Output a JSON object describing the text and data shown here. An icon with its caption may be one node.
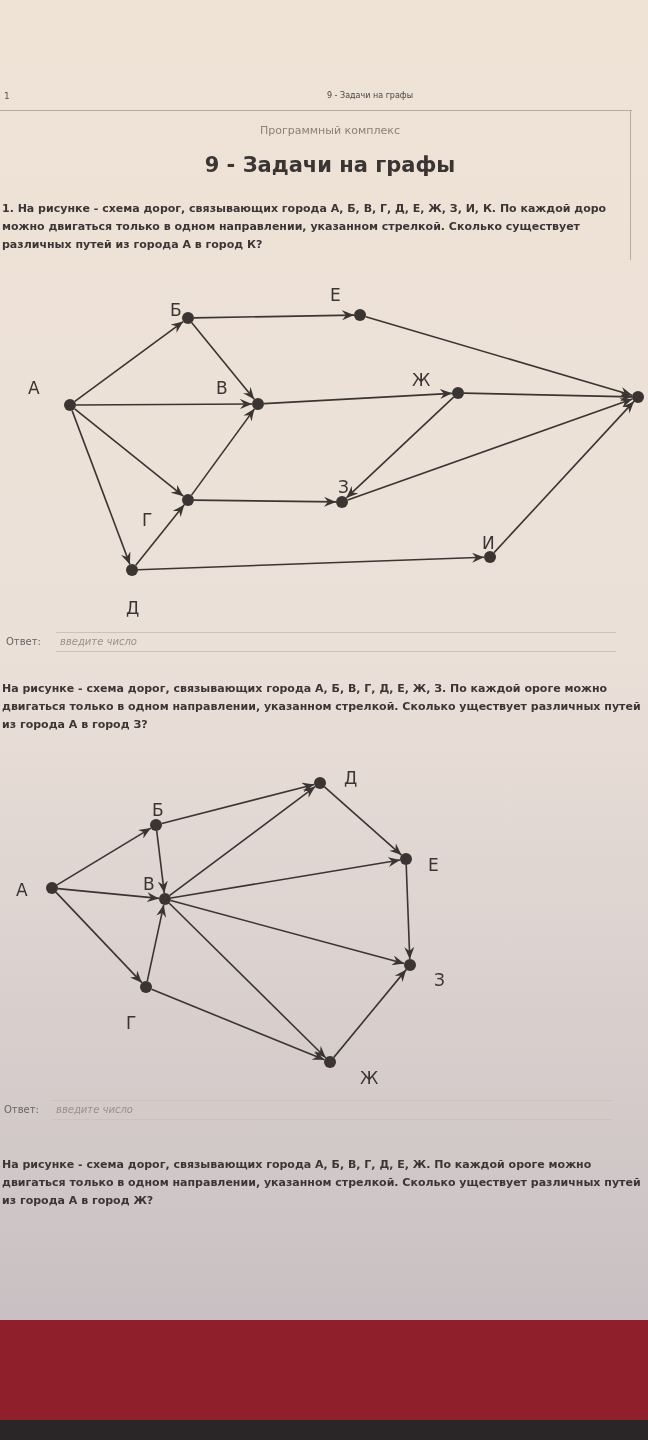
{
  "diagram": {
    "title": "9 - Задачи на графы",
    "nodes": [
      {
        "text": [],
        "shape": "circle",
        "beside": [
          "А"
        ]
      },
      {
        "text": [],
        "shape": "circle",
        "beside": [
          "Б"
        ]
      },
      {
        "text": [],
        "shape": "circle",
        "beside": [
          "Е"
        ]
      },
      {
        "text": [],
        "shape": "circle",
        "beside": [
          "В"
        ]
      },
      {
        "text": [],
        "shape": "circle",
        "beside": [
          "Ж"
        ]
      },
      {
        "text": [],
        "shape": "circle",
        "beside": [
          "Г"
        ]
      },
      {
        "text": [],
        "shape": "circle",
        "beside": [
          "З"
        ]
      },
      {
        "text": [],
        "shape": "circle",
        "beside": [
          "Д"
        ]
      },
      {
        "text": [],
        "shape": "circle",
        "beside": [
          "И"
        ]
      },
      {
        "text": [],
        "shape": "circle"
      },
      {
        "text": [],
        "shape": "circle",
        "beside": [
          "А"
        ]
      },
      {
        "text": [],
        "shape": "circle",
        "beside": [
          "Б"
        ]
      },
      {
        "text": [],
        "shape": "circle",
        "beside": [
          "В"
        ]
      },
      {
        "text": [],
        "shape": "circle",
        "beside": [
          "Г"
        ]
      },
      {
        "text": [],
        "shape": "circle",
        "beside": [
          "Д"
        ]
      },
      {
        "text": [],
        "shape": "circle",
        "beside": [
          "Е"
        ]
      },
      {
        "text": [],
        "shape": "circle",
        "beside": [
          "З"
        ]
      },
      {
        "text": [],
        "shape": "circle",
        "beside": [
          "Ж"
        ]
      }
    ],
    "edges": [
      {
        "from": 0,
        "to": 1,
        "arrow": "to"
      },
      {
        "from": 0,
        "to": 3,
        "arrow": "to"
      },
      {
        "from": 0,
        "to": 5,
        "arrow": "to"
      },
      {
        "from": 0,
        "to": 7,
        "arrow": "to"
      },
      {
        "from": 1,
        "to": 3,
        "arrow": "to"
      },
      {
        "from": 1,
        "to": 2,
        "arrow": "to"
      },
      {
        "from": 5,
        "to": 3,
        "arrow": "to"
      },
      {
        "from": 7,
        "to": 5,
        "arrow": "to"
      },
      {
        "from": 5,
        "to": 6,
        "arrow": "to"
      },
      {
        "from": 7,
        "to": 8,
        "arrow": "to"
      },
      {
        "from": 3,
        "to": 4,
        "arrow": "to"
      },
      {
        "from": 4,
        "to": 6,
        "arrow": "to"
      },
      {
        "from": 2,
        "to": 9,
        "arrow": "to"
      },
      {
        "from": 4,
        "to": 9,
        "arrow": "to"
      },
      {
        "from": 6,
        "to": 9,
        "arrow": "to"
      },
      {
        "from": 8,
        "to": 9,
        "arrow": "to"
      },
      {
        "from": 10,
        "to": 11,
        "arrow": "to"
      },
      {
        "from": 10,
        "to": 12,
        "arrow": "to"
      },
      {
        "from": 10,
        "to": 13,
        "arrow": "to"
      },
      {
        "from": 11,
        "to": 12,
        "arrow": "to"
      },
      {
        "from": 11,
        "to": 14,
        "arrow": "to"
      },
      {
        "from": 13,
        "to": 12,
        "arrow": "to"
      },
      {
        "from": 12,
        "to": 14,
        "arrow": "to"
      },
      {
        "from": 12,
        "to": 15,
        "arrow": "to"
      },
      {
        "from": 12,
        "to": 16,
        "arrow": "to"
      },
      {
        "from": 12,
        "to": 17,
        "arrow": "to"
      },
      {
        "from": 14,
        "to": 15,
        "arrow": "to"
      },
      {
        "from": 15,
        "to": 16,
        "arrow": "to"
      },
      {
        "from": 13,
        "to": 17,
        "arrow": "to"
      },
      {
        "from": 17,
        "to": 16,
        "arrow": "to"
      }
    ],
    "labels": [
      "1",
      "9 - Задачи на графы",
      "Программный комплекс",
      "1. На рисунке - схема дорог, связывающих города А, Б, В, Г, Д, Е, Ж, З, И, К. По каждой доро можно двигаться только в одном направлении, указанном стрелкой. Сколько существует различных путей из города А в город К?",
      "Ответ:",
      "введите число",
      "На рисунке - схема дорог, связывающих города А, Б, В, Г, Д, Е, Ж, З. По каждой ороге можно двигаться только в одном направлении, указанном стрелкой. Сколько уществует различных путей из города А в город З?",
      "Ответ:",
      "введите число",
      "На рисунке - схема дорог, связывающих города А, Б, В, Г, Д, Е, Ж. По каждой ороге можно двигаться только в одном направлении, указанном стрелкой. Сколько уществует различных путей из города А в город Ж?"
    ]
  }
}
